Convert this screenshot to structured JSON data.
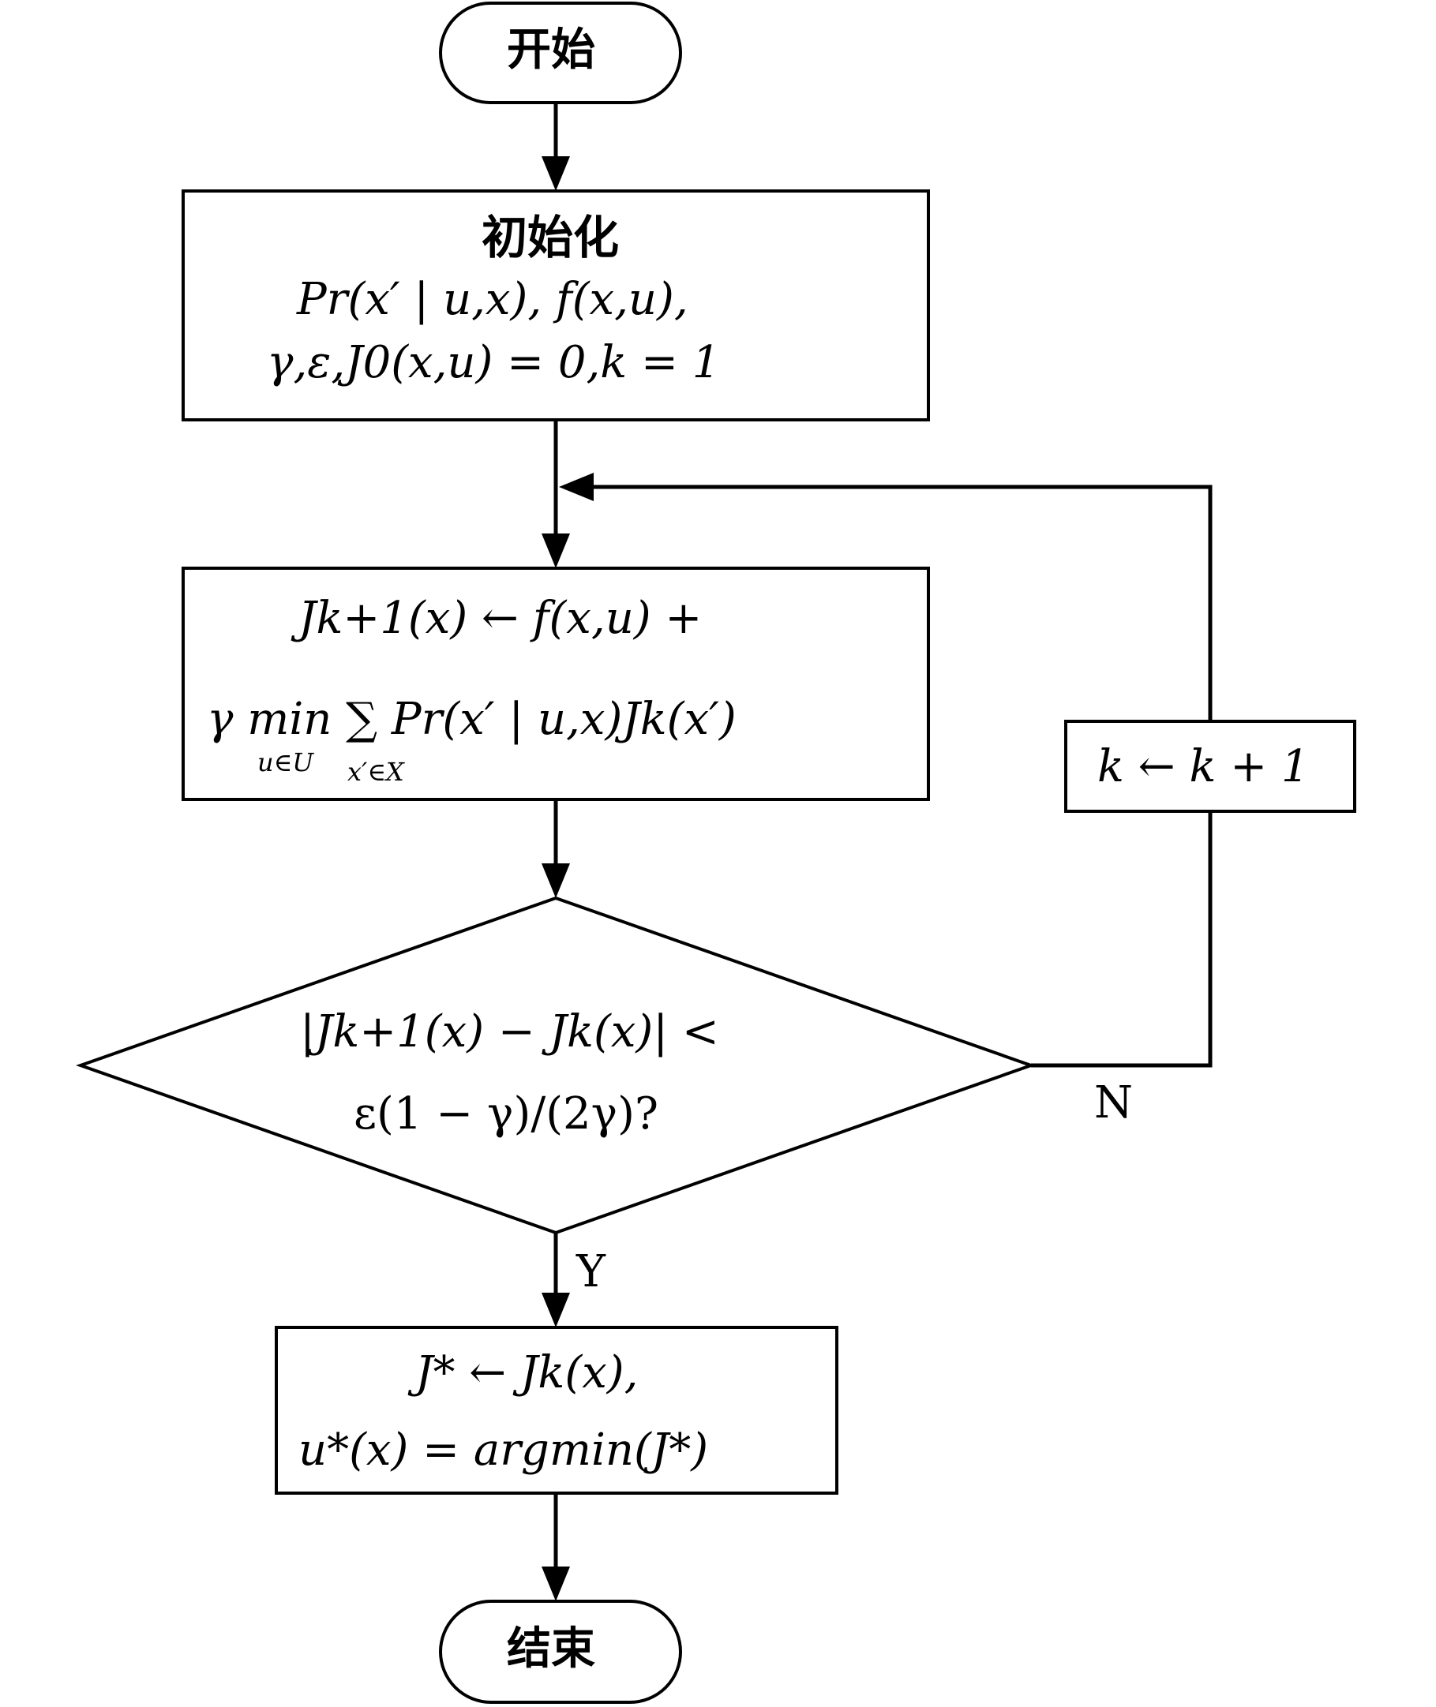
{
  "nodes": {
    "start": {
      "text": "开始"
    },
    "init": {
      "title": "初始化",
      "line1": "Pr(x′ | u,x), f(x,u),",
      "line2": "γ,ε,J0(x,u) = 0,k = 1"
    },
    "update": {
      "line1": "Jk+1(x) ← f(x,u) +",
      "line2": "γ min ∑ Pr(x′ | u,x)Jk(x′)",
      "min_sub": "u∈U",
      "sum_sub": "x′∈X"
    },
    "increment": {
      "text": "k ← k + 1"
    },
    "decision": {
      "line1": "|Jk+1(x) − Jk(x)| <",
      "line2": "ε(1 − γ)/(2γ)?"
    },
    "result": {
      "line1": "J* ← Jk(x),",
      "line2": "u*(x) = argmin(J*)"
    },
    "end": {
      "text": "结束"
    }
  },
  "edges": {
    "no_label": "N",
    "yes_label": "Y"
  }
}
